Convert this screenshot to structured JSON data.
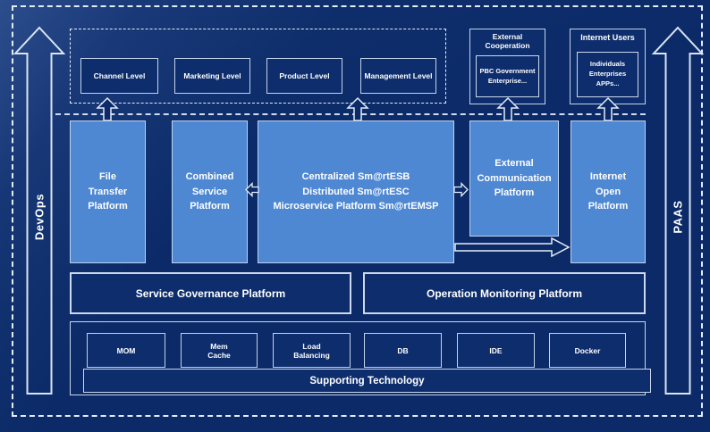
{
  "colors": {
    "background": "#0b2a67",
    "navy_box_fill": "#0d2d6d",
    "light_blue_box_fill": "#4e87d2",
    "border_light": "#ccd9ee",
    "text": "#ffffff"
  },
  "side_rails": {
    "left_label": "DevOps",
    "right_label": "PAAS"
  },
  "business_levels": {
    "items": [
      {
        "label": "Channel Level"
      },
      {
        "label": "Marketing Level"
      },
      {
        "label": "Product Level"
      },
      {
        "label": "Management Level"
      }
    ]
  },
  "external_cooperation": {
    "title": "External\nCooperation",
    "inner": "PBC Government\nEnterprise..."
  },
  "internet_users": {
    "title": "Internet Users",
    "inner": "Individuals\nEnterprises\nAPPs..."
  },
  "platforms": {
    "file_transfer": "File\nTransfer\nPlatform",
    "combined_service": "Combined\nService\nPlatform",
    "central": "Centralized Sm@rtESB\nDistributed Sm@rtESC\nMicroservice Platform Sm@rtEMSP",
    "external_communication": "External\nCommunication\nPlatform",
    "internet_open": "Internet\nOpen\nPlatform"
  },
  "governance": {
    "service": "Service Governance Platform",
    "monitoring": "Operation Monitoring Platform"
  },
  "supporting": {
    "items": [
      {
        "label": "MOM"
      },
      {
        "label": "Mem\nCache"
      },
      {
        "label": "Load\nBalancing"
      },
      {
        "label": "DB"
      },
      {
        "label": "IDE"
      },
      {
        "label": "Docker"
      }
    ],
    "bar": "Supporting Technology"
  }
}
